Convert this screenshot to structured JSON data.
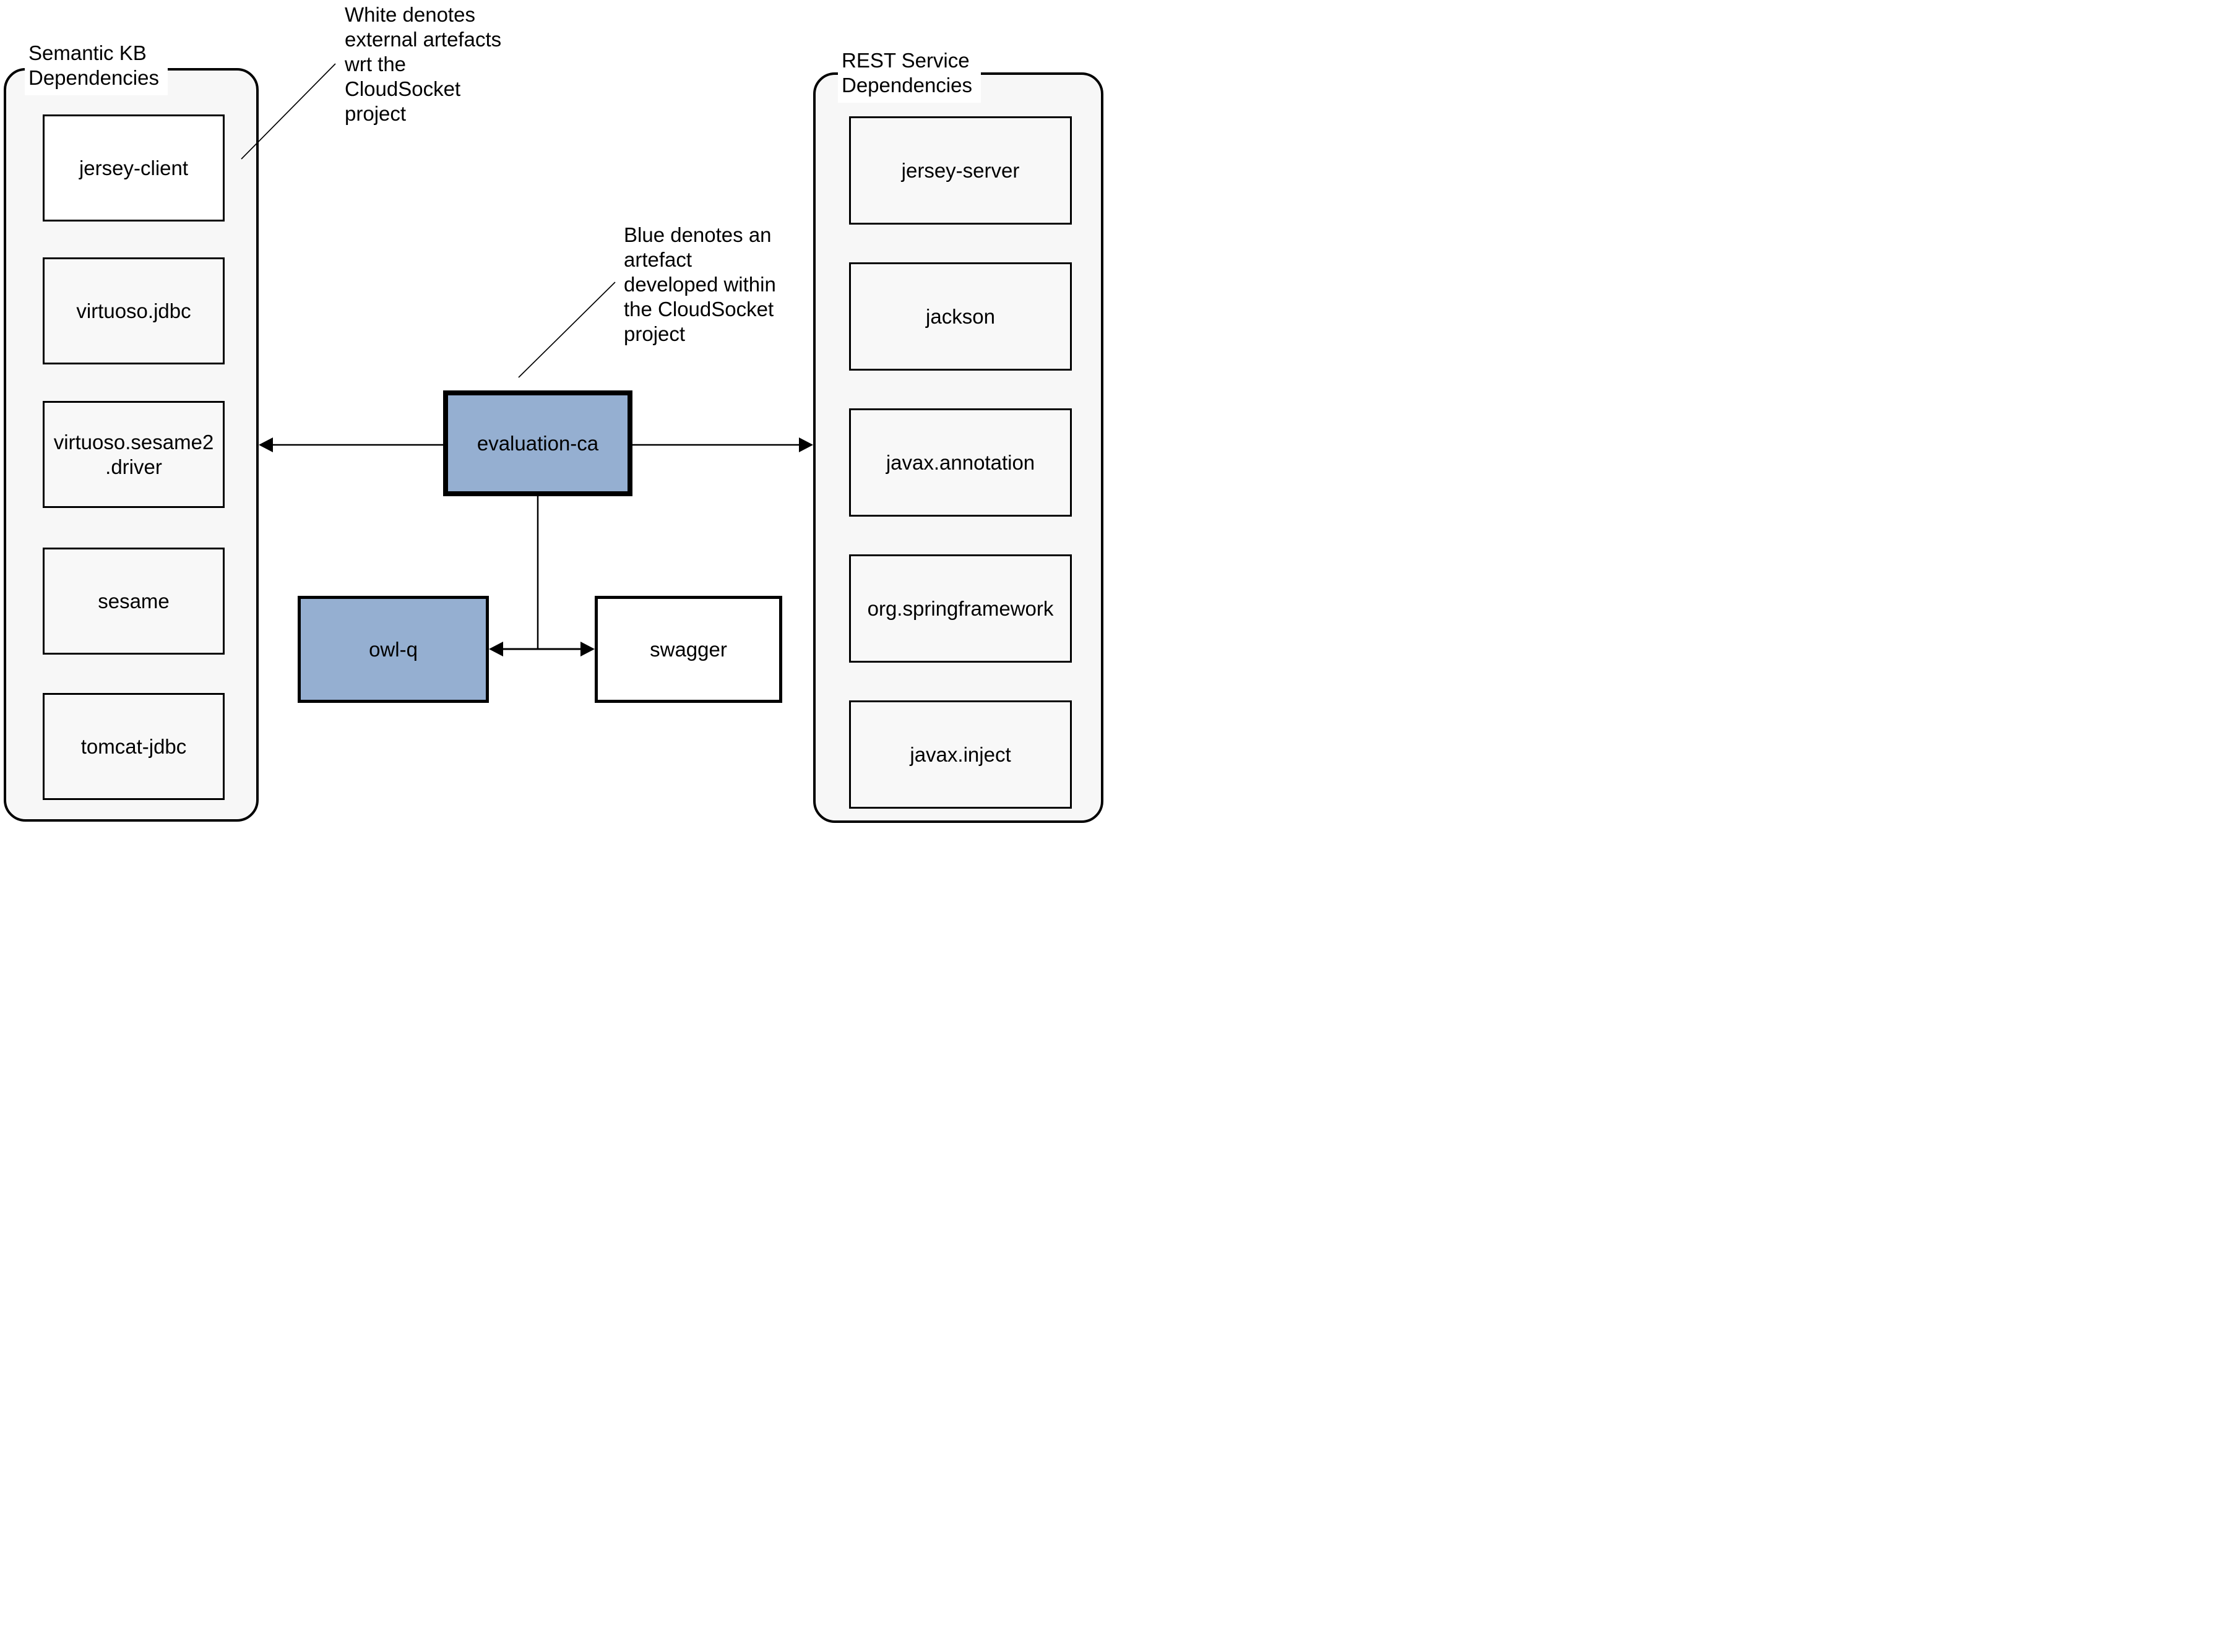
{
  "diagram": {
    "left_panel": {
      "title": "Semantic KB\nDependencies",
      "items": [
        {
          "label": "jersey-client",
          "fill": "#ffffff"
        },
        {
          "label": "virtuoso.jdbc",
          "fill": "#f8f8f8"
        },
        {
          "label": "virtuoso.sesame2\n.driver",
          "fill": "#f8f8f8"
        },
        {
          "label": "sesame",
          "fill": "#f8f8f8"
        },
        {
          "label": "tomcat-jdbc",
          "fill": "#f8f8f8"
        }
      ]
    },
    "right_panel": {
      "title": "REST Service\nDependencies",
      "items": [
        {
          "label": "jersey-server",
          "fill": "#f8f8f8"
        },
        {
          "label": "jackson",
          "fill": "#f8f8f8"
        },
        {
          "label": "javax.annotation",
          "fill": "#f8f8f8"
        },
        {
          "label": "org.springframework",
          "fill": "#f8f8f8"
        },
        {
          "label": "javax.inject",
          "fill": "#f8f8f8"
        }
      ]
    },
    "center_nodes": {
      "evaluation_ca": {
        "label": "evaluation-ca",
        "fill": "#95afd1"
      },
      "owl_q": {
        "label": "owl-q",
        "fill": "#95afd1"
      },
      "swagger": {
        "label": "swagger",
        "fill": "#ffffff"
      }
    },
    "annotations": {
      "white_note": "White denotes\nexternal artefacts\nwrt the\nCloudSocket\nproject",
      "blue_note": "Blue denotes an\nartefact\ndeveloped within\nthe CloudSocket\nproject"
    },
    "connections": [
      {
        "from": "evaluation-ca",
        "to": "Semantic KB Dependencies",
        "type": "arrow"
      },
      {
        "from": "evaluation-ca",
        "to": "REST Service Dependencies",
        "type": "arrow"
      },
      {
        "from": "evaluation-ca",
        "to": "owl-q / swagger junction",
        "type": "line"
      },
      {
        "from": "owl-q",
        "to": "swagger",
        "type": "double-arrow"
      }
    ],
    "colors": {
      "internal_artefact_blue": "#95afd1",
      "external_artefact_white": "#ffffff",
      "panel_background": "#f7f7f7",
      "line_black": "#000000"
    }
  }
}
